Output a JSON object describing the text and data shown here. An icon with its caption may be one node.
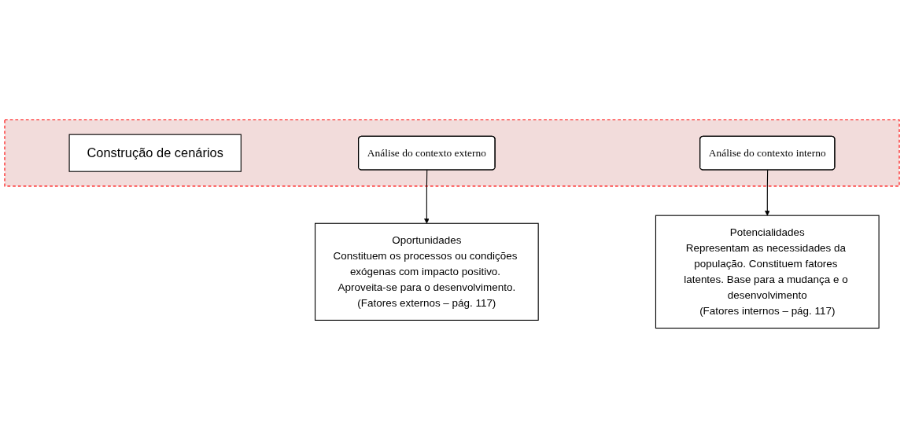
{
  "diagram": {
    "nodes": [
      {
        "text": [],
        "shape": "box"
      },
      {
        "text": [
          "Construção de cenários"
        ],
        "in": 0
      },
      {
        "text": [
          "Análise do contexto externo"
        ],
        "in": 0
      },
      {
        "text": [
          "Análise do contexto interno"
        ],
        "in": 0
      },
      {
        "text": [
          "Oportunidades",
          "Constituem os processos ou condições exógenas com impacto positivo. Aproveita-se para o desenvolvimento.",
          "(Fatores externos – pág. 117)"
        ]
      },
      {
        "text": [
          "Potencialidades",
          "Representam as necessidades da população. Constituem fatores latentes. Base para a mudança e o desenvolvimento",
          "(Fatores internos – pág. 117)"
        ]
      }
    ],
    "edges": [
      {
        "from": 2,
        "to": 4,
        "arrow": "to"
      },
      {
        "from": 3,
        "to": 5,
        "arrow": "to"
      }
    ]
  }
}
